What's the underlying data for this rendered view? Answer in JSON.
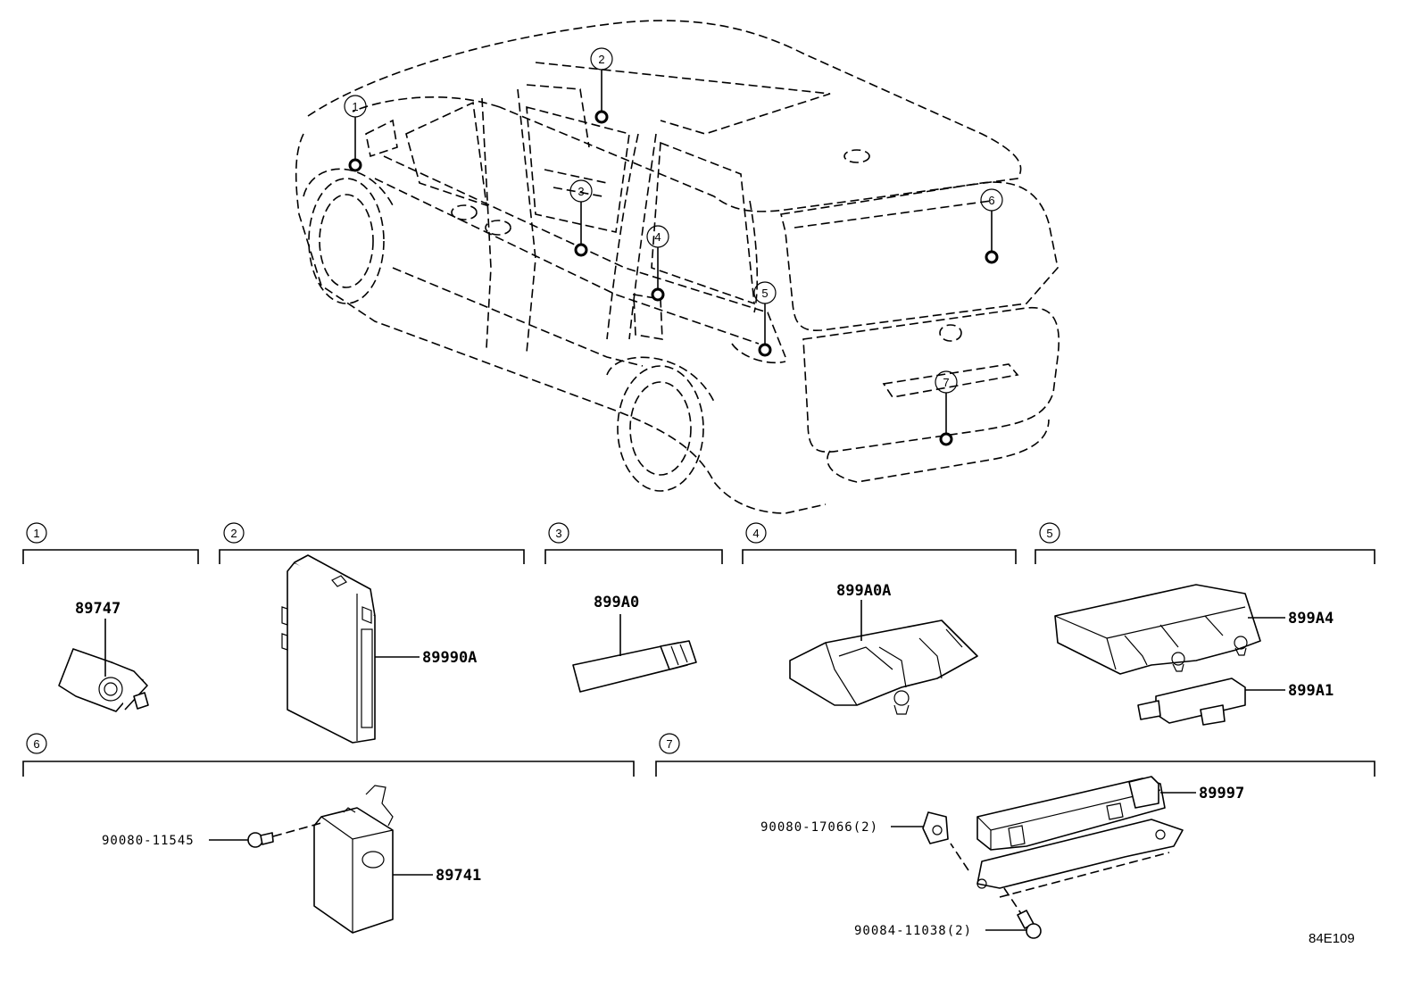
{
  "callouts": [
    "1",
    "2",
    "3",
    "4",
    "5",
    "6",
    "7"
  ],
  "parts": {
    "p89747": "89747",
    "p89990A": "89990A",
    "p899A0": "899A0",
    "p899A0A": "899A0A",
    "p899A4": "899A4",
    "p899A1": "899A1",
    "p89741": "89741",
    "p89997": "89997"
  },
  "fasteners": {
    "f90080_11545": "90080-11545",
    "f90080_17066": "90080-17066(2)",
    "f90084_11038": "90084-11038(2)"
  },
  "drawing_code": "84E109"
}
